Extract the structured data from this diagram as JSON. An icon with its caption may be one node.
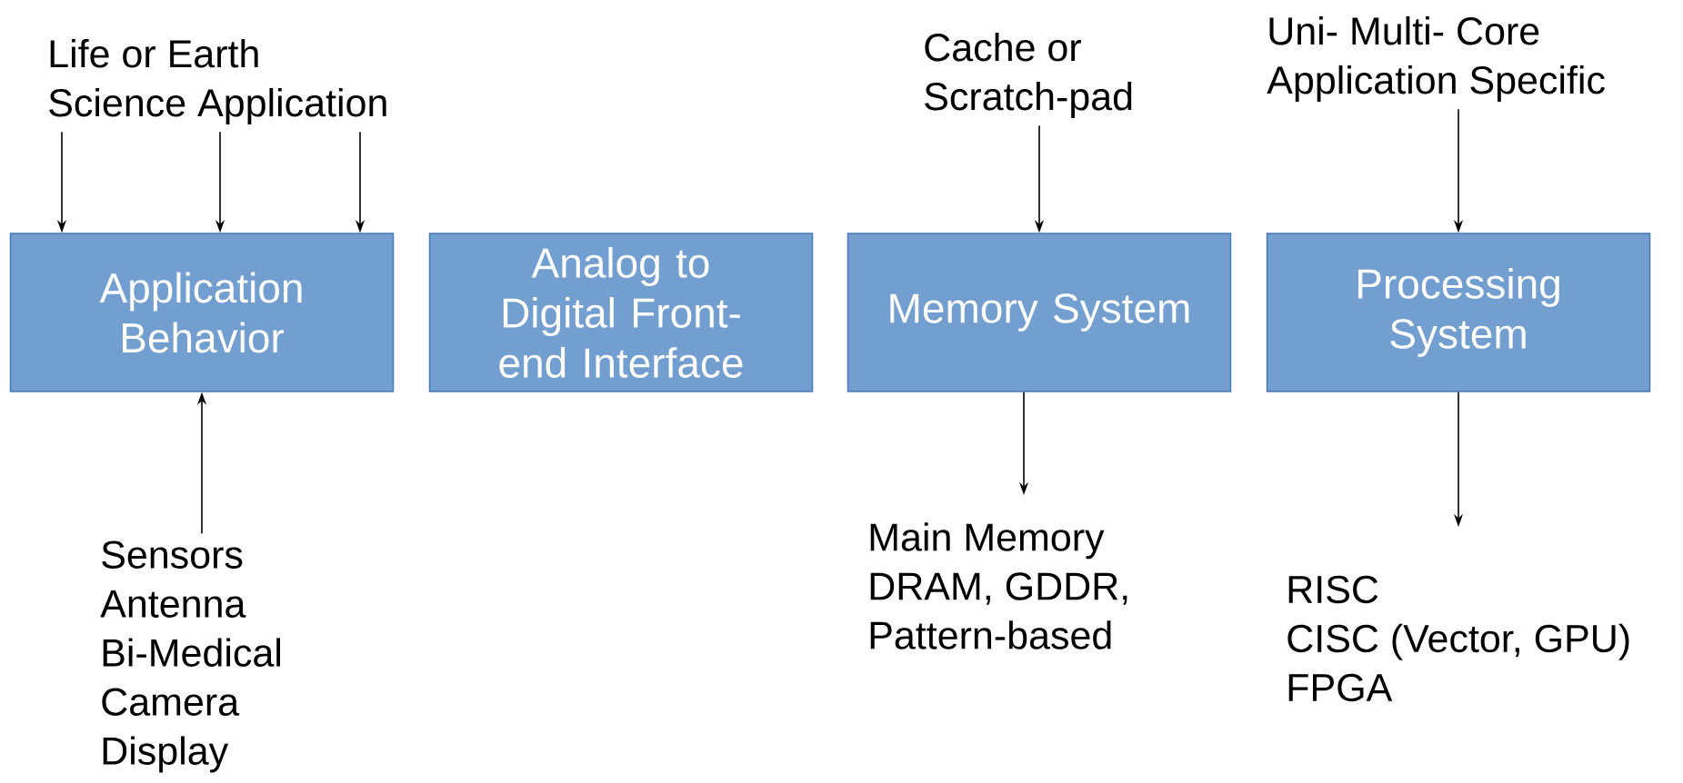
{
  "diagram": {
    "nodes": [
      {
        "text": [
          "Life or Earth",
          "Science Application"
        ]
      },
      {
        "text": [
          "Application Behavior"
        ]
      },
      {
        "text": [
          "Analog to Digital Front-end Interface"
        ]
      },
      {
        "text": [
          "Memory System"
        ]
      },
      {
        "text": [
          "Processing System"
        ]
      },
      {
        "text": [
          "Sensors",
          "Antenna",
          "Bi-Medical",
          "Camera",
          "Display"
        ]
      },
      {
        "text": [
          "Cache or",
          "Scratch-pad"
        ]
      },
      {
        "text": [
          "Uni- Multi- Core",
          "Application Specific"
        ]
      },
      {
        "text": [
          "Main Memory",
          "DRAM, GDDR,",
          "Pattern-based"
        ]
      },
      {
        "text": [
          "RISC",
          "CISC (Vector, GPU)",
          "FPGA"
        ]
      }
    ],
    "edges": [
      {
        "from": 0,
        "to": 1,
        "arrow": "to"
      },
      {
        "from": 0,
        "to": 1,
        "arrow": "to"
      },
      {
        "from": 0,
        "to": 1,
        "arrow": "to"
      },
      {
        "from": 5,
        "to": 1,
        "arrow": "to"
      },
      {
        "from": 6,
        "to": 3,
        "arrow": "to"
      },
      {
        "from": 3,
        "to": 8,
        "arrow": "to"
      },
      {
        "from": 7,
        "to": 4,
        "arrow": "to"
      },
      {
        "from": 4,
        "to": 9,
        "arrow": "to"
      }
    ]
  }
}
